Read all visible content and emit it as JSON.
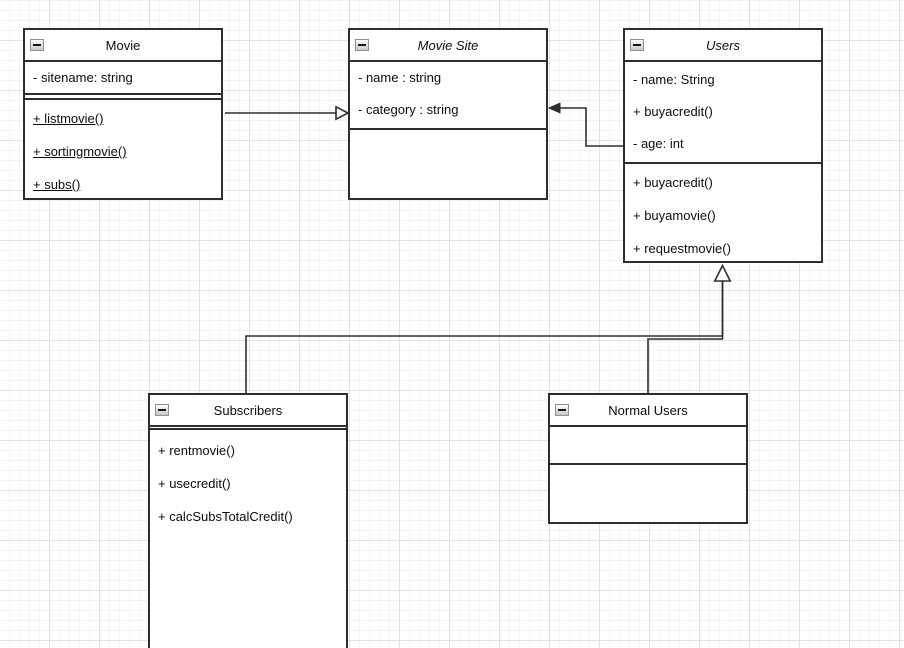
{
  "diagram": {
    "type": "uml-class-diagram",
    "background": "#ffffff",
    "grid": {
      "minor_size": 10,
      "major_size": 50,
      "minor_color": "#f4f4f4",
      "major_color": "#e2e2e2"
    },
    "stroke_color": "#2e2e2e"
  },
  "classes": [
    {
      "name": "Movie",
      "abstract": false,
      "attributes": [
        "- sitename: string"
      ],
      "methods": [
        "+ listmovie()",
        "+ sortingmovie()",
        "+ subs()"
      ],
      "methods_underlined": true
    },
    {
      "name": "Movie Site",
      "abstract": true,
      "attributes": [
        "- name : string",
        "- category : string"
      ],
      "methods": []
    },
    {
      "name": "Users",
      "abstract": true,
      "attributes": [
        "- name: String",
        "+ buyacredit()",
        "- age: int"
      ],
      "methods": [
        "+ buyacredit()",
        "+ buyamovie()",
        "+ requestmovie()"
      ]
    },
    {
      "name": "Subscribers",
      "abstract": false,
      "attributes": [],
      "methods": [
        "+ rentmovie()",
        "+ usecredit()",
        "+ calcSubsTotalCredit()"
      ]
    },
    {
      "name": "Normal Users",
      "abstract": false,
      "attributes": [],
      "methods": []
    }
  ],
  "relationships": [
    {
      "from": "Movie",
      "to": "Movie Site",
      "arrow": "open-triangle"
    },
    {
      "from": "Users",
      "to": "Movie Site",
      "arrow": "filled-arrow"
    },
    {
      "from": "Subscribers",
      "to": "Users",
      "arrow": "hollow-triangle-generalization"
    },
    {
      "from": "Normal Users",
      "to": "Users",
      "arrow": "hollow-triangle-generalization"
    }
  ]
}
